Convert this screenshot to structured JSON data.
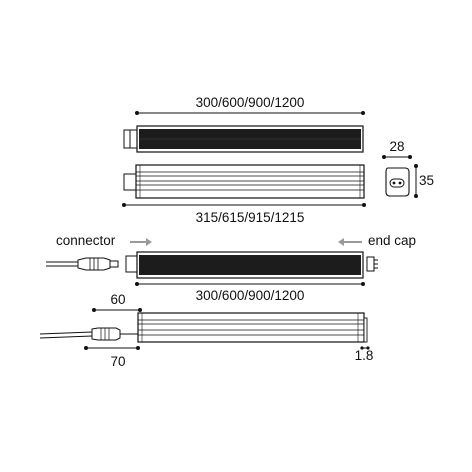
{
  "dimensions": {
    "top_length": "300/600/900/1200",
    "profile_width": "28",
    "profile_height": "35",
    "overall_length": "315/615/915/1215",
    "connector_label": "connector",
    "end_cap_label": "end cap",
    "mid_length": "300/600/900/1200",
    "connector_offset": "60",
    "connector_total": "70",
    "end_gap": "1.8"
  },
  "colors": {
    "line": "#111111",
    "bar_fill": "#1c1c1c",
    "arrow_gray": "#9a9a9a"
  }
}
